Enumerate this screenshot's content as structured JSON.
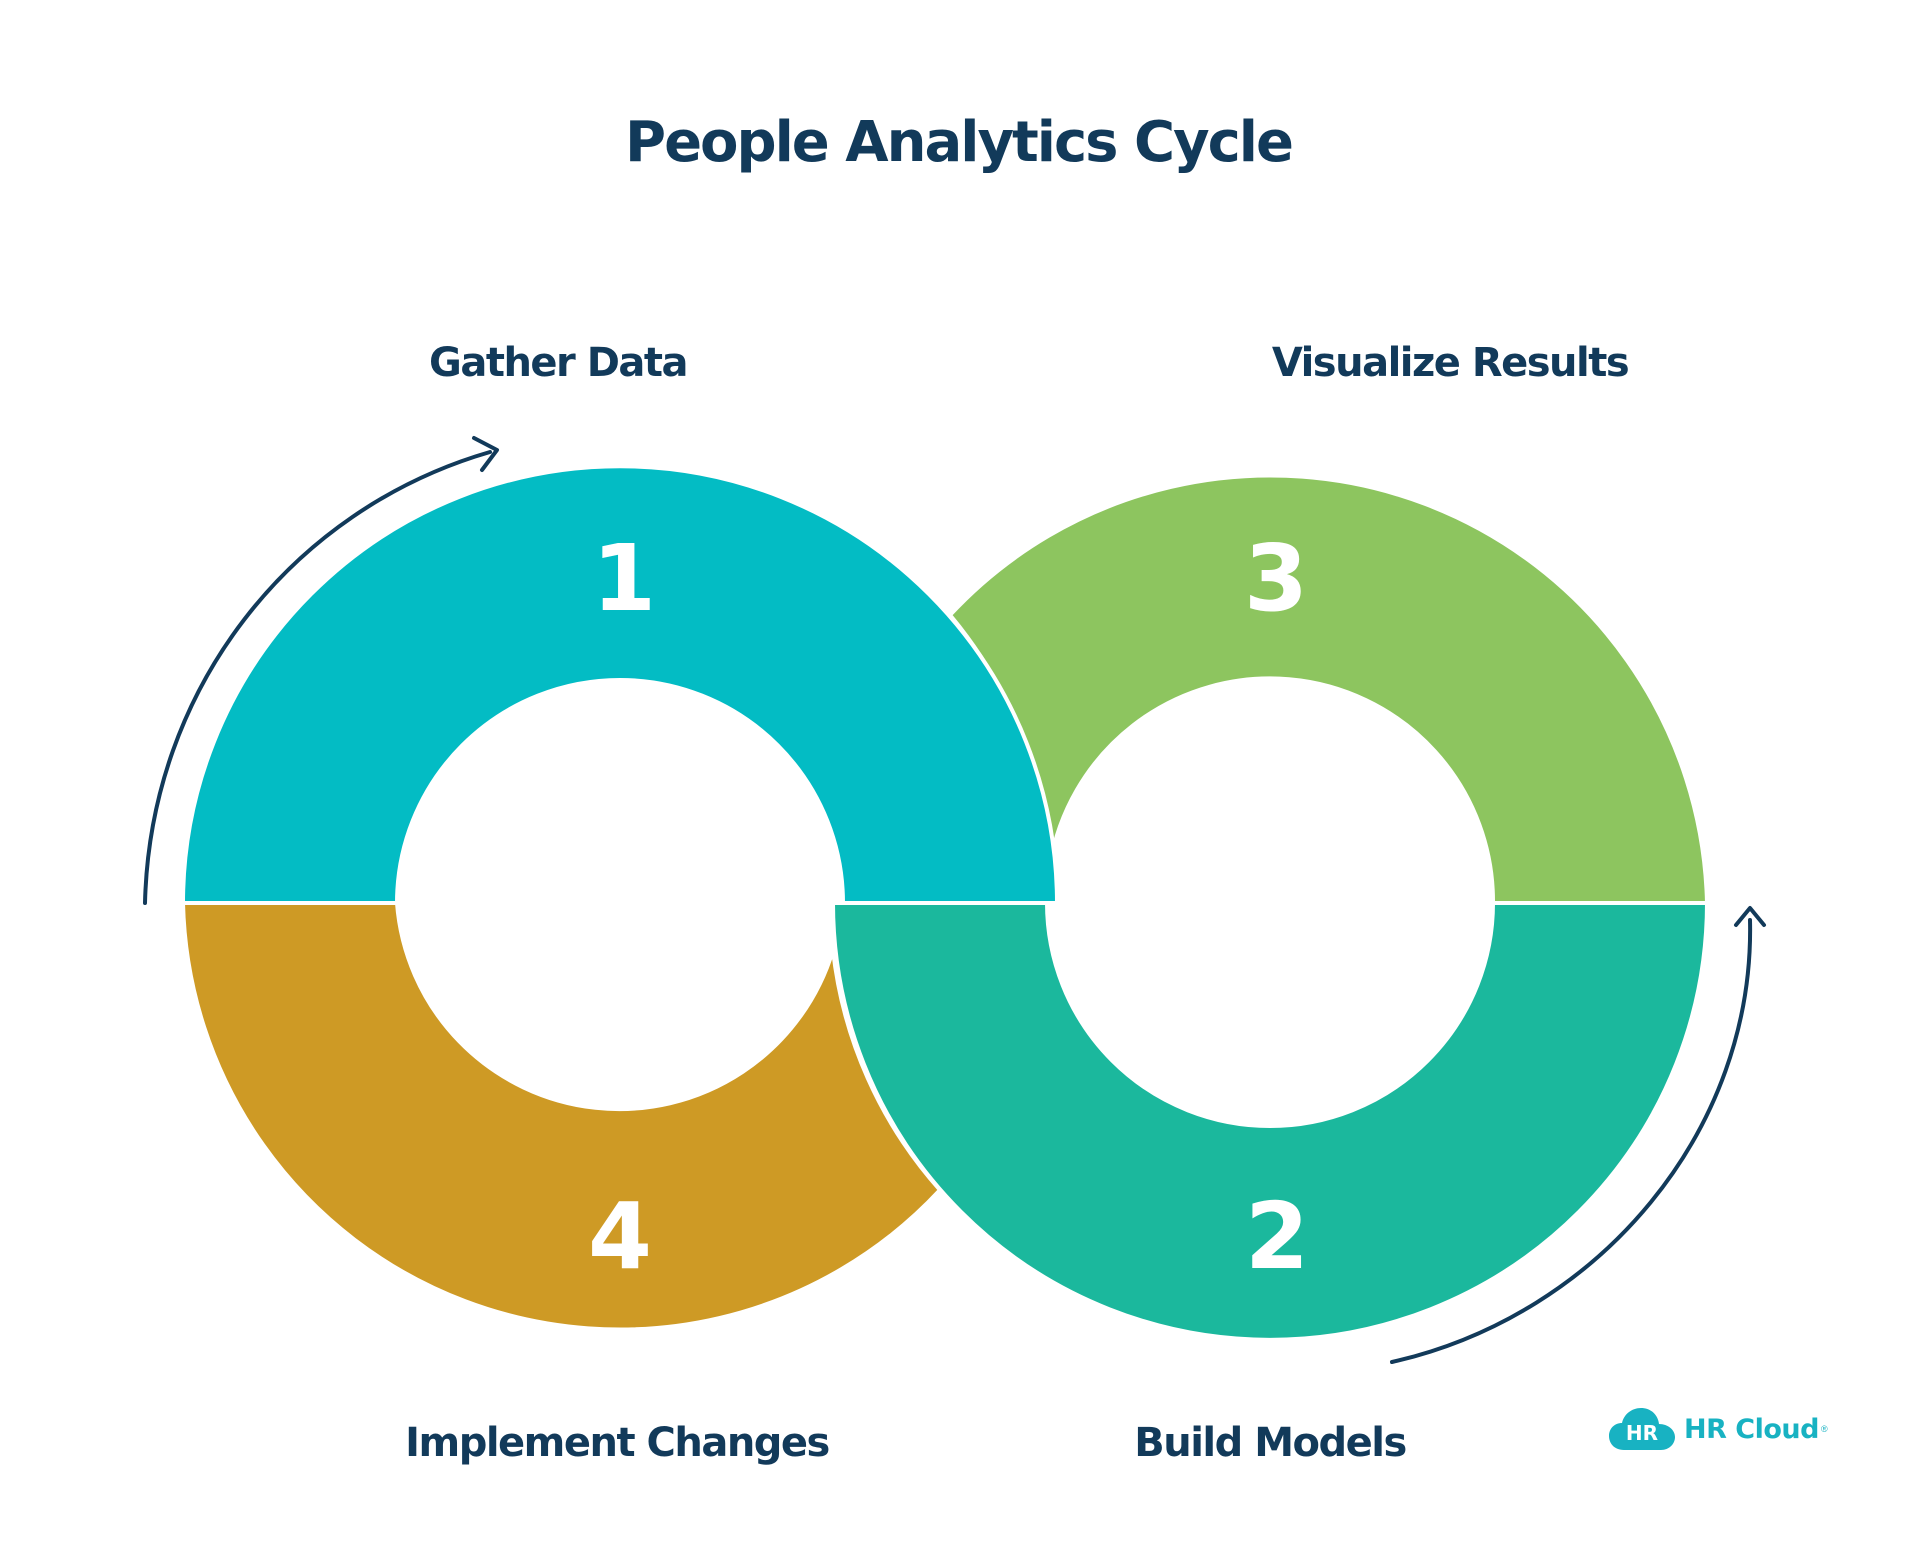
{
  "title": "People Analytics Cycle",
  "steps": [
    {
      "number": "1",
      "label": "Gather Data",
      "color": "#03bcc4"
    },
    {
      "number": "2",
      "label": "Build Models",
      "color": "#1bb89d"
    },
    {
      "number": "3",
      "label": "Visualize Results",
      "color": "#8dc55f"
    },
    {
      "number": "4",
      "label": "Implement Changes",
      "color": "#ce9a25"
    }
  ],
  "arrow_color": "#123a5a",
  "text_color": "#123a5a",
  "logo": {
    "badge": "HR",
    "text": "HR Cloud",
    "registered": "®",
    "color": "#18b2c2"
  }
}
